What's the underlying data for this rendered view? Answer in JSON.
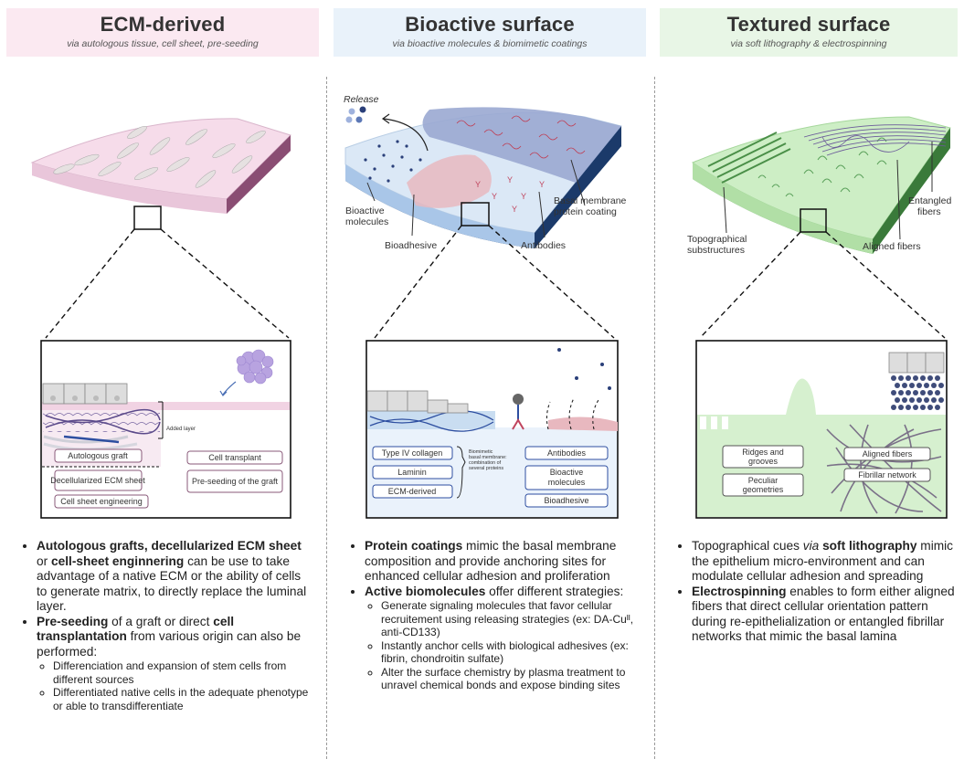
{
  "columns": [
    {
      "title": "ECM-derived",
      "subtitle": "via autologous tissue, cell sheet, pre-seeding",
      "header_color": "#fbe9f1",
      "inset_labels": {
        "added_layer": "Added layer",
        "autologous_graft": "Autologous graft",
        "decellularized": "Decellularized ECM sheet",
        "cell_sheet": "Cell sheet engineering",
        "cell_transplant": "Cell transplant",
        "pre_seeding": "Pre-seeding of the graft"
      },
      "bullets": [
        {
          "parts": [
            {
              "b": "Autologous grafts, decellularized ECM sheet"
            },
            {
              "t": " or "
            },
            {
              "b": "cell-sheet enginnering"
            },
            {
              "t": " can be use to take advantage of a native ECM or the ability of cells to generate matrix, to directly replace the luminal layer."
            }
          ]
        },
        {
          "parts": [
            {
              "b": "Pre-seeding"
            },
            {
              "t": " of a graft or direct "
            },
            {
              "b": "cell transplantation"
            },
            {
              "t": " from various origin can also be performed:"
            }
          ],
          "sub": [
            "Differenciation and expansion of stem cells from different sources",
            "Differentiated native cells in the adequate phenotype or able to transdifferentiate"
          ]
        }
      ]
    },
    {
      "title": "Bioactive surface",
      "subtitle": "via bioactive molecules & biomimetic coatings",
      "header_color": "#e9f2fa",
      "labels": {
        "release": "Release",
        "bioactive_molecules": "Bioactive molecules",
        "bioadhesive": "Bioadhesive",
        "antibodies": "Antibodies",
        "basal_membrane": "Basal membrane protein coating"
      },
      "inset_labels": {
        "collagen": "Type IV collagen",
        "laminin": "Laminin",
        "ecm_derived": "ECM-derived",
        "biomimetic": "Biomimetic basal membrane: combination of several proteins",
        "antibodies": "Antibodies",
        "bioactive_molecules": "Bioactive molecules",
        "bioadhesive": "Bioadhesive"
      },
      "bullets": [
        {
          "parts": [
            {
              "b": "Protein coatings"
            },
            {
              "t": " mimic the basal membrane composition and provide anchoring sites for enhanced cellular adhesion and proliferation"
            }
          ]
        },
        {
          "parts": [
            {
              "b": "Active biomolecules"
            },
            {
              "t": " offer different strategies:"
            }
          ],
          "sub": [
            "Generate signaling molecules that favor cellular recruitement using releasing strategies (ex: DA-Cuᴵᴵ, anti-CD133)",
            "Instantly anchor cells with biological adhesives (ex: fibrin, chondroitin sulfate)",
            "Alter the surface chemistry by plasma treatment to unravel chemical bonds and expose binding sites"
          ]
        }
      ]
    },
    {
      "title": "Textured surface",
      "subtitle": "via soft lithography & electrospinning",
      "header_color": "#e8f6e6",
      "labels": {
        "topographical": "Topographical substructures",
        "aligned": "Aligned fibers",
        "entangled": "Entangled fibers"
      },
      "inset_labels": {
        "ridges": "Ridges and grooves",
        "peculiar": "Peculiar geometries",
        "aligned": "Aligned fibers",
        "fibrillar": "Fibrillar network"
      },
      "bullets": [
        {
          "parts": [
            {
              "t": "Topographical cues "
            },
            {
              "i": "via"
            },
            {
              "t": " "
            },
            {
              "b": "soft lithography"
            },
            {
              "t": " mimic the epithelium micro-environment and can modulate cellular adhesion and spreading"
            }
          ]
        },
        {
          "parts": [
            {
              "b": "Electrospinning"
            },
            {
              "t": " enables to form either aligned fibers that direct cellular orientation pattern during re-epithelialization or entangled fibrillar networks that mimic the basal lamina"
            }
          ]
        }
      ]
    }
  ]
}
